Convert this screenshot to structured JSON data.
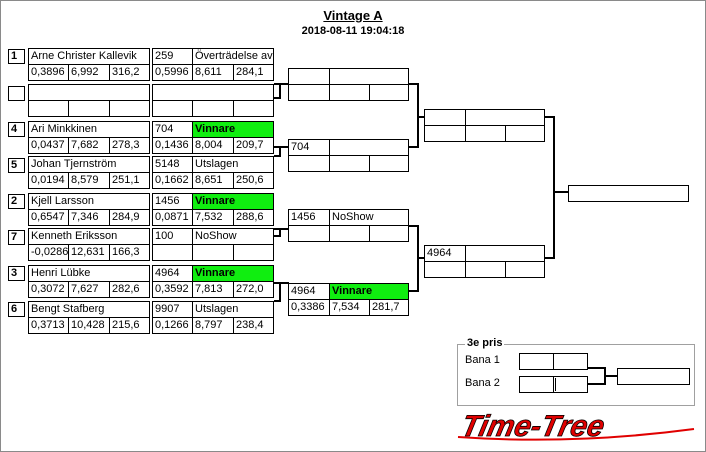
{
  "header": {
    "title": "Vintage A",
    "datetime": "2018-08-11 19:04:18"
  },
  "bracket": {
    "m1": {
      "a": {
        "seed": "1",
        "name": "Arne Christer Kallevik",
        "v1": "0,3896",
        "v2": "6,992",
        "v3": "316,2",
        "num": "259",
        "res": "Överträdelse av",
        "r1": "0,5996",
        "r2": "8,611",
        "r3": "284,1"
      },
      "b": {
        "seed": "",
        "name": "",
        "v1": "",
        "v2": "",
        "v3": "",
        "num": "",
        "res": "",
        "r1": "",
        "r2": "",
        "r3": ""
      }
    },
    "m2": {
      "a": {
        "seed": "4",
        "name": "Ari Minkkinen",
        "v1": "0,0437",
        "v2": "7,682",
        "v3": "278,3",
        "num": "704",
        "res": "Vinnare",
        "r1": "0,1436",
        "r2": "8,004",
        "r3": "209,7"
      },
      "b": {
        "seed": "5",
        "name": "Johan Tjernström",
        "v1": "0,0194",
        "v2": "8,579",
        "v3": "251,1",
        "num": "5148",
        "res": "Utslagen",
        "r1": "0,1662",
        "r2": "8,651",
        "r3": "250,6"
      }
    },
    "m3": {
      "a": {
        "seed": "2",
        "name": "Kjell Larsson",
        "v1": "0,6547",
        "v2": "7,346",
        "v3": "284,9",
        "num": "1456",
        "res": "Vinnare",
        "r1": "0,0871",
        "r2": "7,532",
        "r3": "288,6"
      },
      "b": {
        "seed": "7",
        "name": "Kenneth Eriksson",
        "v1": "-0,0286",
        "v2": "12,631",
        "v3": "166,3",
        "num": "100",
        "res": "NoShow",
        "r1": "",
        "r2": "",
        "r3": ""
      }
    },
    "m4": {
      "a": {
        "seed": "3",
        "name": "Henri Lübke",
        "v1": "0,3072",
        "v2": "7,627",
        "v3": "282,6",
        "num": "4964",
        "res": "Vinnare",
        "r1": "0,3592",
        "r2": "7,813",
        "r3": "272,0"
      },
      "b": {
        "seed": "6",
        "name": "Bengt Stafberg",
        "v1": "0,3713",
        "v2": "10,428",
        "v3": "215,6",
        "num": "9907",
        "res": "Utslagen",
        "r1": "0,1266",
        "r2": "8,797",
        "r3": "238,4"
      }
    },
    "r2": {
      "s1": {
        "num": "",
        "res": "",
        "r1": "",
        "r2": "",
        "r3": ""
      },
      "s2": {
        "num": "704",
        "res": "",
        "r1": "",
        "r2": "",
        "r3": ""
      },
      "s3": {
        "num": "1456",
        "res": "NoShow",
        "r1": "",
        "r2": "",
        "r3": ""
      },
      "s4": {
        "num": "4964",
        "res": "Vinnare",
        "r1": "0,3386",
        "r2": "7,534",
        "r3": "281,7"
      }
    },
    "r3": {
      "s1": {
        "num": "",
        "res": "",
        "r1": "",
        "r2": "",
        "r3": ""
      },
      "s2": {
        "num": "4964",
        "res": "",
        "r1": "",
        "r2": "",
        "r3": ""
      }
    },
    "final": {
      "value": ""
    }
  },
  "third_place": {
    "title": "3e pris",
    "lane1": "Bana 1",
    "lane2": "Bana 2"
  },
  "brand": {
    "logo_text": "Time-Tree",
    "logo_color": "#e00000"
  },
  "colors": {
    "winner": "#10ee10"
  }
}
